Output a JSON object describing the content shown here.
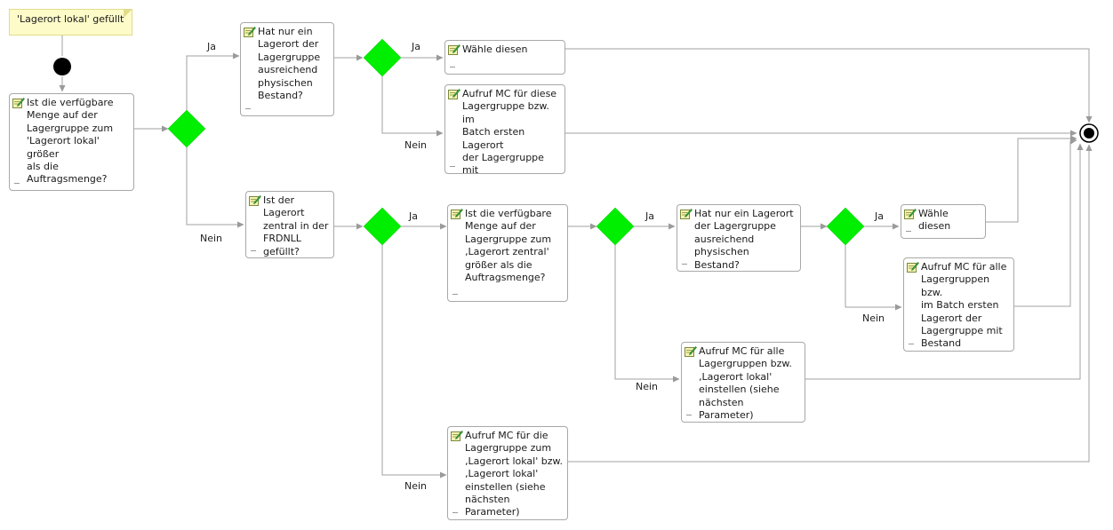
{
  "note": {
    "text": "'Lagerort lokal' gefüllt"
  },
  "nodes": {
    "q_lokal": "Ist die verfügbare\nMenge auf der\nLagergruppe zum\n'Lagerort lokal' größer\nals die\nAuftragsmenge?",
    "q_nur_ein_1": "Hat nur ein\nLagerort der\nLagergruppe\nausreichend\nphysischen\nBestand?",
    "a_waehle_1": "Wähle diesen",
    "a_aufruf_1": "Aufruf MC für diese\nLagergruppe bzw. im\nBatch ersten Lagerort\nder Lagergruppe mit\nBestand einstellen",
    "q_zentral": "Ist der Lagerort\nzentral in der\nFRDNLL\ngefüllt?",
    "q_menge_zentral": "Ist die verfügbare\nMenge auf der\nLagergruppe zum\n‚Lagerort zentral'\ngrößer als die\nAuftragsmenge?",
    "q_nur_ein_2": "Hat nur ein Lagerort\nder Lagergruppe\nausreichend\nphysischen Bestand?",
    "a_waehle_2": "Wähle diesen",
    "a_aufruf_2": "Aufruf MC für alle\nLagergruppen bzw.\nim Batch ersten\nLagerort der\nLagergruppe mit\nBestand einstellen",
    "a_aufruf_3": "Aufruf MC für alle\nLagergruppen bzw.\n‚Lagerort lokal'\neinstellen (siehe\nnächsten Parameter)",
    "a_aufruf_4": "Aufruf MC für die\nLagergruppe zum\n‚Lagerort lokal' bzw.\n‚Lagerort lokal'\neinstellen (siehe\nnächsten Parameter)"
  },
  "labels": {
    "ja_1": "Ja",
    "nein_1": "Nein",
    "ja_2": "Ja",
    "nein_2": "Nein",
    "ja_3": "Ja",
    "nein_3": "Nein",
    "ja_4": "Ja",
    "nein_4": "Nein",
    "ja_5": "Ja",
    "nein_5": "Nein"
  },
  "colors": {
    "decision": "#00ee00",
    "edge": "#a0a0a0",
    "note_bg": "#fdfbc8",
    "start": "#000000"
  }
}
